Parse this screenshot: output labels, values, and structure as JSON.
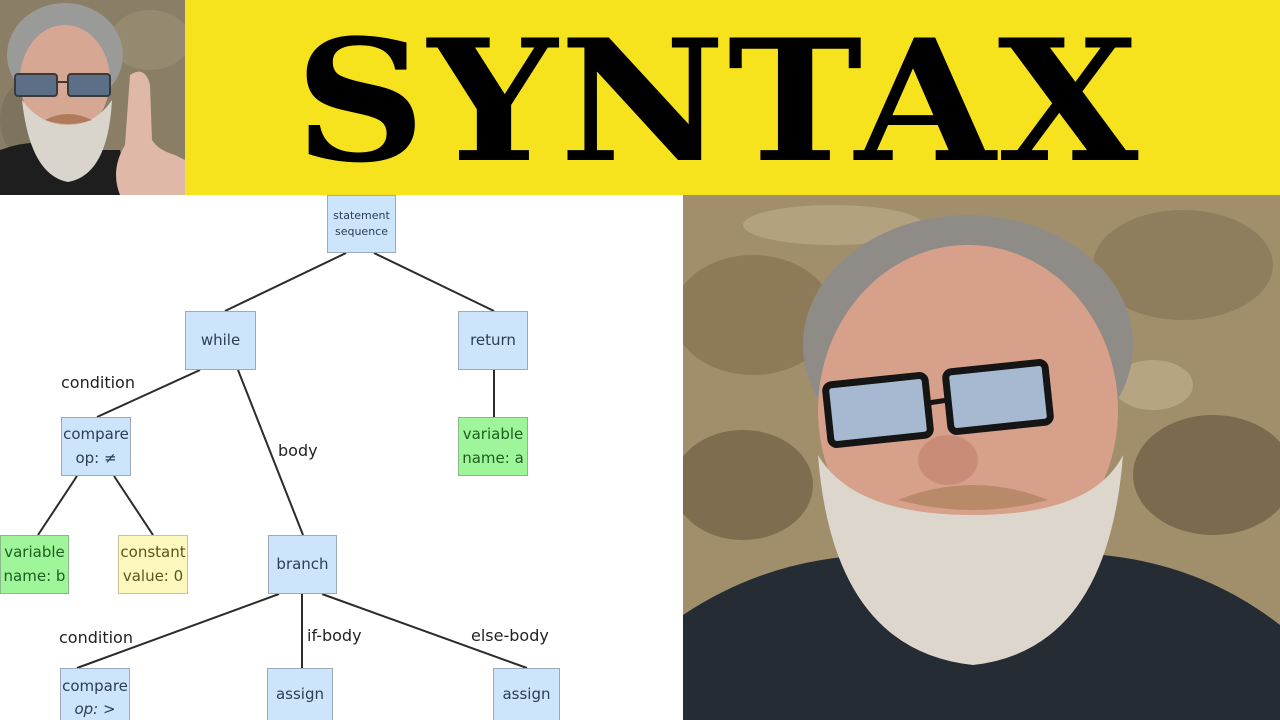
{
  "banner": {
    "title": "SYNTAX",
    "background_color": "#f6e31e",
    "text_color": "#000000"
  },
  "photos": {
    "thumbnail": "presenter-thumbs-up-photo",
    "main": "presenter-portrait-photo"
  },
  "diagram": {
    "nodes": {
      "root": {
        "line1": "statement",
        "line2": "sequence"
      },
      "while": {
        "line1": "while"
      },
      "return": {
        "line1": "return"
      },
      "compare1": {
        "line1": "compare",
        "line2": "op: ≠"
      },
      "var_a": {
        "line1": "variable",
        "line2": "name: a"
      },
      "var_b": {
        "line1": "variable",
        "line2": "name: b"
      },
      "const0": {
        "line1": "constant",
        "line2": "value: 0"
      },
      "branch": {
        "line1": "branch"
      },
      "compare2": {
        "line1": "compare",
        "line2": "op: >"
      },
      "assign_if": {
        "line1": "assign"
      },
      "assign_else": {
        "line1": "assign"
      }
    },
    "edge_labels": {
      "condition1": "condition",
      "body": "body",
      "condition2": "condition",
      "if_body": "if-body",
      "else_body": "else-body"
    },
    "colors": {
      "statement_node": "#cce5fb",
      "variable_node": "#9ef59a",
      "constant_node": "#fdf9be"
    }
  }
}
